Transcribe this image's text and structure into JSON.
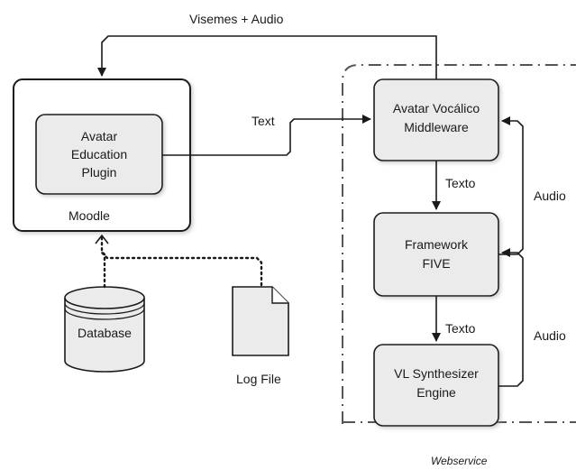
{
  "nodes": {
    "moodle": {
      "label": "Moodle"
    },
    "plugin": {
      "line1": "Avatar",
      "line2": "Education",
      "line3": "Plugin"
    },
    "middleware": {
      "line1": "Avatar Vocálico",
      "line2": "Middleware"
    },
    "framework": {
      "line1": "Framework",
      "line2": "FIVE"
    },
    "synth": {
      "line1": "VL Synthesizer",
      "line2": "Engine"
    },
    "database": {
      "label": "Database"
    },
    "logfile": {
      "label": "Log File"
    }
  },
  "edges": {
    "visemes_audio": "Visemes + Audio",
    "text": "Text",
    "texto_1": "Texto",
    "texto_2": "Texto",
    "audio_1": "Audio",
    "audio_2": "Audio"
  },
  "group": {
    "label": "Webservice"
  }
}
